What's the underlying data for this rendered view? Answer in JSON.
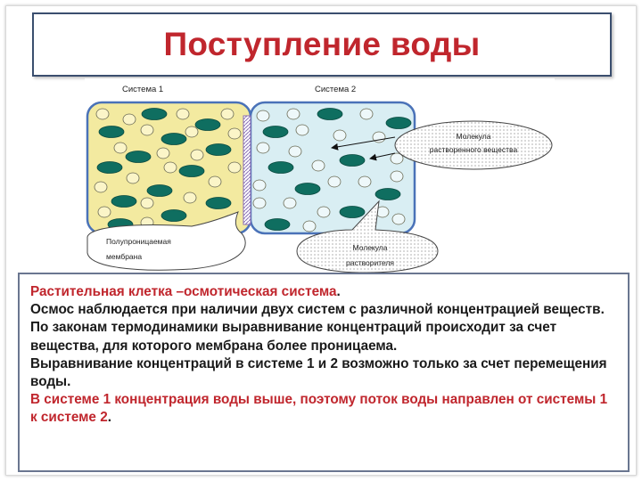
{
  "title": "Поступление воды",
  "diagram": {
    "system1_label": "Система 1",
    "system2_label": "Система 2",
    "callout_solute": [
      "Молекула",
      "растворенного вещества"
    ],
    "callout_membrane": [
      "Полупроницаемая",
      "мембрана"
    ],
    "callout_solvent": [
      "Молекула",
      "растворителя"
    ],
    "colors": {
      "system1_fill": "#f3eaa0",
      "system2_fill": "#d9eef3",
      "solute_fill": "#0f6e60",
      "membrane": "#a28cc4"
    }
  },
  "text": {
    "p1_red": "Растительная клетка –осмотическая система",
    "p1_end": ".",
    "p2": "Осмос наблюдается при наличии двух систем с различной концентрацией веществ.",
    "p3": "По законам термодинамики выравнивание концентраций происходит за счет вещества, для которого мембрана более проницаема.",
    "p4": "Выравнивание концентраций в системе 1 и 2 возможно только за счет перемещения воды.",
    "p5_red": "В системе 1 концентрация воды выше, поэтому поток воды направлен от системы 1 к системе 2",
    "p5_end": "."
  }
}
